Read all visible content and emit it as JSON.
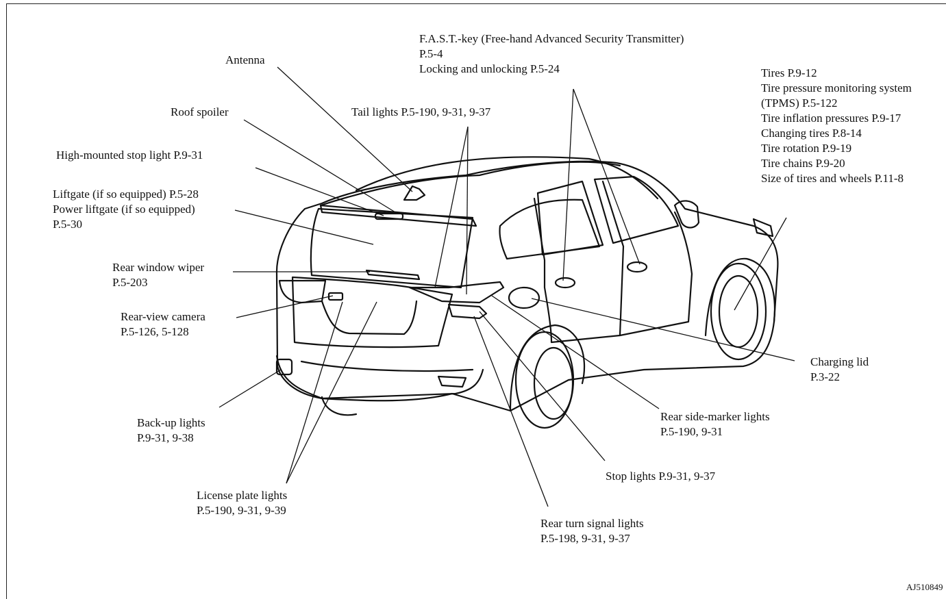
{
  "figure_code": "AJ510849",
  "labels": {
    "antenna": [
      "Antenna"
    ],
    "fast_key": [
      "F.A.S.T.-key (Free-hand Advanced Security Transmitter)",
      "P.5-4",
      "Locking and unlocking P.5-24"
    ],
    "tires": [
      "Tires P.9-12",
      "Tire pressure monitoring system",
      "(TPMS) P.5-122",
      "Tire inflation pressures P.9-17",
      "Changing tires P.8-14",
      "Tire rotation P.9-19",
      "Tire chains P.9-20",
      "Size of tires and wheels P.11-8"
    ],
    "roof_spoiler": [
      "Roof spoiler"
    ],
    "tail_lights": [
      "Tail lights P.5-190, 9-31, 9-37"
    ],
    "high_mounted_stop_light": [
      "High-mounted stop light P.9-31"
    ],
    "liftgate": [
      "Liftgate (if so equipped) P.5-28",
      "Power liftgate (if so equipped)",
      " P.5-30"
    ],
    "rear_window_wiper": [
      "Rear window wiper",
      "P.5-203"
    ],
    "rear_view_camera": [
      "Rear-view camera",
      "P.5-126, 5-128"
    ],
    "charging_lid": [
      "Charging lid",
      "P.3-22"
    ],
    "back_up_lights": [
      "Back-up lights",
      "P.9-31, 9-38"
    ],
    "rear_side_marker_lights": [
      "Rear side-marker lights",
      "P.5-190, 9-31"
    ],
    "stop_lights": [
      "Stop lights P.9-31, 9-37"
    ],
    "license_plate_lights": [
      "License plate lights",
      "P.5-190, 9-31, 9-39"
    ],
    "rear_turn_signal_lights": [
      "Rear turn signal lights",
      "P.5-198, 9-31, 9-37"
    ]
  }
}
